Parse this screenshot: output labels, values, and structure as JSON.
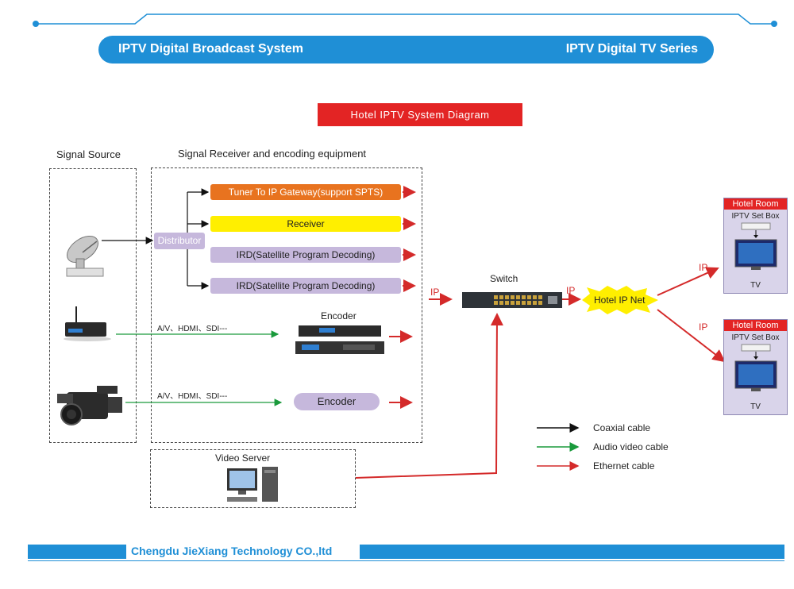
{
  "header": {
    "left_title": "IPTV Digital Broadcast System",
    "right_title": "IPTV Digital TV Series"
  },
  "diagram_title": "Hotel IPTV System Diagram",
  "sections": {
    "signal_source": "Signal Source",
    "receiver_encoding": "Signal Receiver and encoding equipment"
  },
  "nodes": {
    "distributor": "Distributor",
    "tuner": "Tuner To IP Gateway(support SPTS)",
    "receiver": "Receiver",
    "ird1": "IRD(Satellite Program  Decoding)",
    "ird2": "IRD(Satellite Program  Decoding)",
    "encoder_top": "Encoder",
    "encoder_pill": "Encoder",
    "switch": "Switch",
    "hotel_ip_net": "Hotel IP Net",
    "video_server": "Video Server"
  },
  "cable_labels": {
    "av1": "A/V、HDMI、SDI---",
    "av2": "A/V、HDMI、SDI---"
  },
  "ip_labels": {
    "ip1": "IP",
    "ip2": "IP",
    "ip3": "IP",
    "ip4": "IP"
  },
  "rooms": [
    {
      "title": "Hotel Room",
      "stb": "IPTV Set Box",
      "tv": "TV"
    },
    {
      "title": "Hotel Room",
      "stb": "IPTV Set Box",
      "tv": "TV"
    }
  ],
  "legend": [
    {
      "label": "Coaxial  cable",
      "color": "#111111"
    },
    {
      "label": "Audio video cable",
      "color": "#1a9a3c"
    },
    {
      "label": "Ethernet  cable",
      "color": "#d42a2a"
    }
  ],
  "footer": {
    "company": "Chengdu JieXiang Technology CO.,ltd"
  },
  "colors": {
    "accent_blue": "#1f8fd6",
    "title_red": "#e32424",
    "ethernet_red": "#d42a2a",
    "av_green": "#1a9a3c",
    "tuner_orange": "#e8731f",
    "receiver_yellow": "#ffef00",
    "ird_lavender": "#c6b8dc",
    "ip_net_yellow": "#ffef00"
  }
}
